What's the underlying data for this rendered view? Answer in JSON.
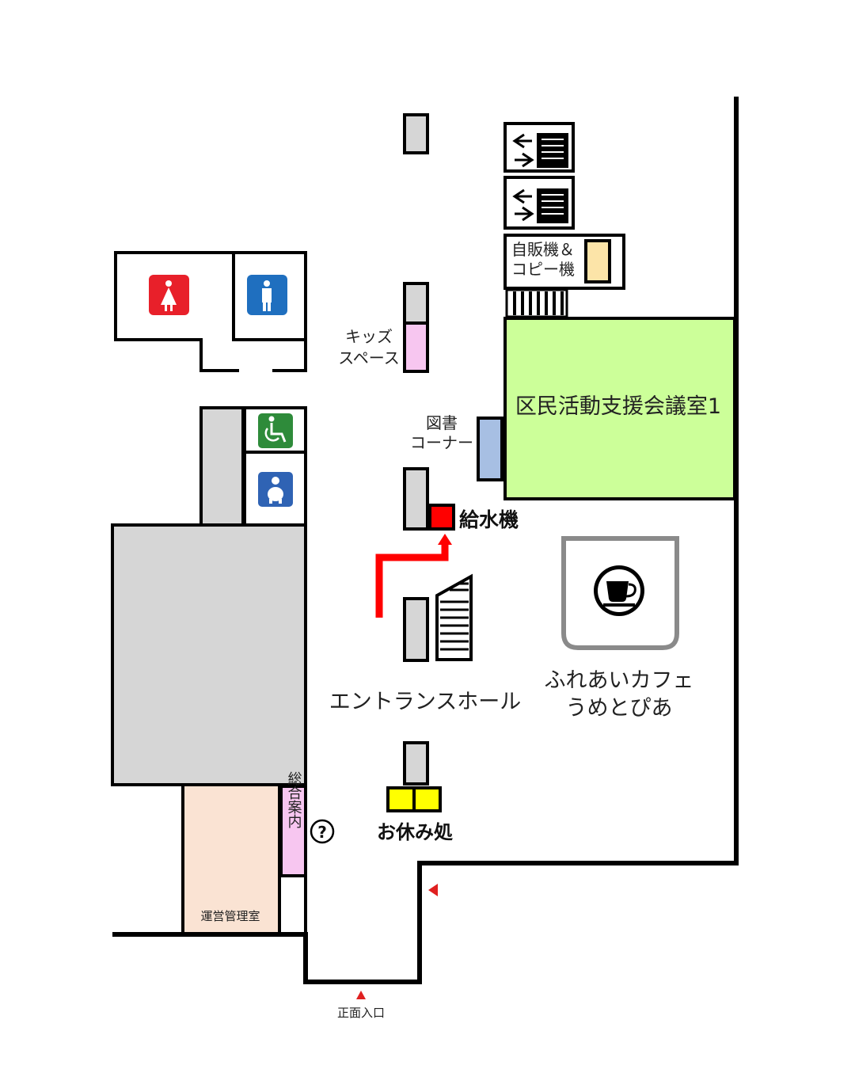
{
  "labels": {
    "vending_line1": "自販機＆",
    "vending_line2": "コピー機",
    "kids_line1": "キッズ",
    "kids_line2": "スペース",
    "library_line1": "図書",
    "library_line2": "コーナー",
    "meeting_room": "区民活動支援会議室1",
    "water": "給水機",
    "entrance_hall": "エントランスホール",
    "cafe_line1": "ふれあいカフェ",
    "cafe_line2": "うめとぴあ",
    "rest": "お休み処",
    "info_desk": "総合案内",
    "info_mark": "?",
    "management": "運営管理室",
    "main_entrance": "正面入口"
  },
  "colors": {
    "wall": "#000000",
    "gray_block": "#d6d6d6",
    "meeting_room": "#ccff99",
    "kids": "#f7c6f0",
    "library": "#a7bfe3",
    "vending_unit": "#fce4a8",
    "water_marker": "#ff0000",
    "rest_seats": "#ffff00",
    "info_desk": "#f7c6f0",
    "management_room": "#fae3d3",
    "route_arrow": "#ff0000",
    "toilet_women": "#e8202a",
    "toilet_men": "#1f6fbf",
    "accessible": "#2e8b3a",
    "baby": "#2f63b4",
    "cafe_frame": "#8a8a8a"
  },
  "icons": {
    "women": "women-toilet-icon",
    "men": "men-toilet-icon",
    "accessible": "wheelchair-icon",
    "baby": "baby-care-icon",
    "cafe": "coffee-cup-icon",
    "elevator": "elevator-icon",
    "stairs": "stairs-icon"
  }
}
